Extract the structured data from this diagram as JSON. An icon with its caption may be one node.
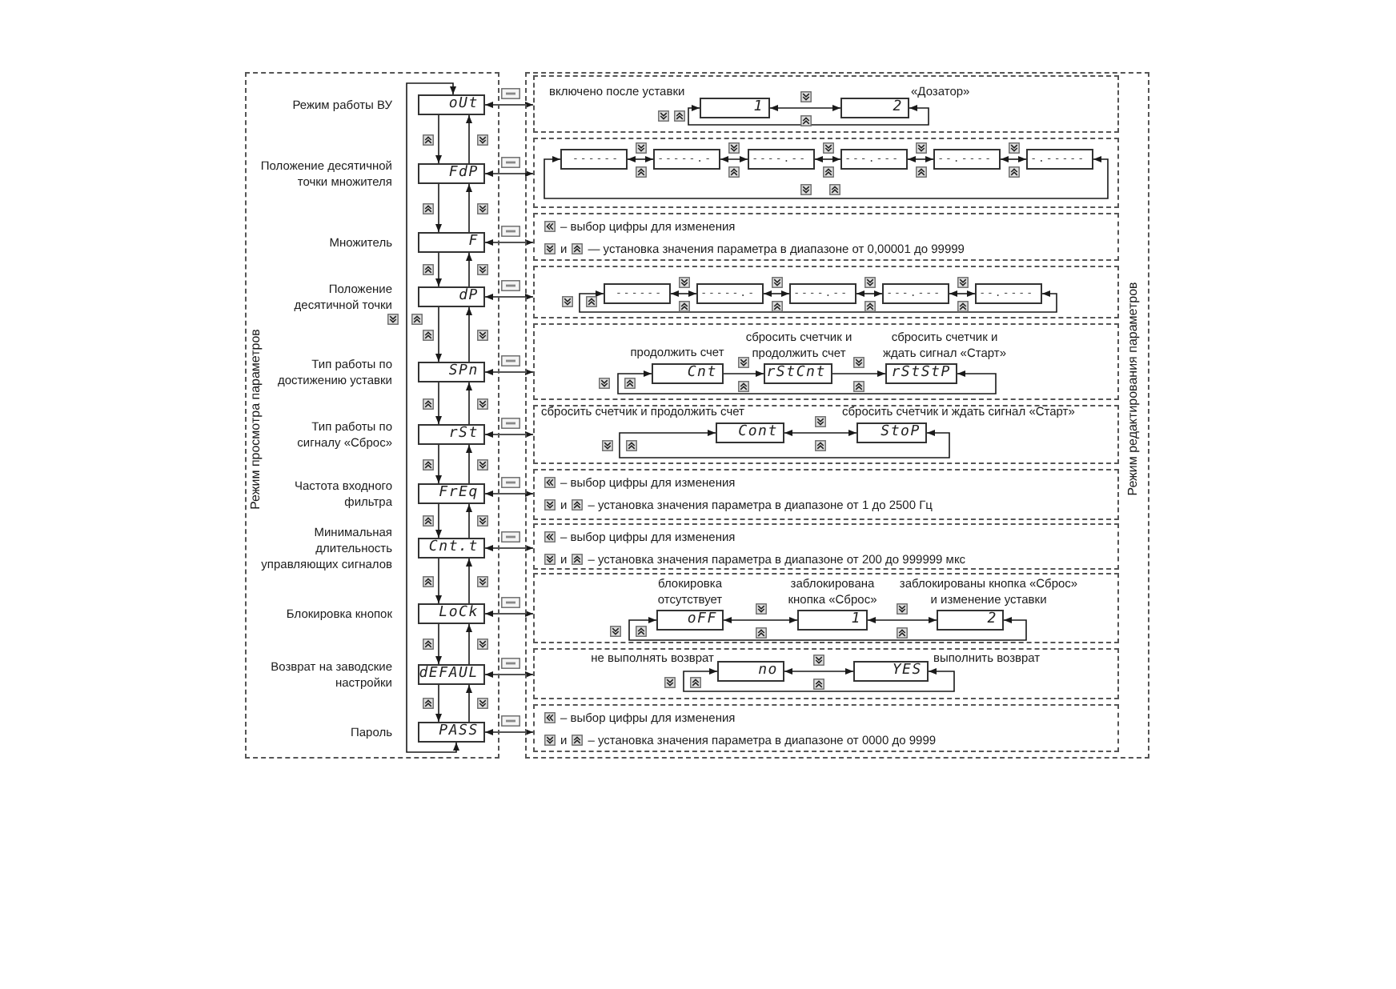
{
  "diagram": {
    "nodes": [
      {
        "text": [
          "Режим просмотра параметров"
        ]
      },
      {
        "text": [
          "oUt"
        ],
        "in": 0,
        "beside": [
          "Режим работы ВУ"
        ]
      },
      {
        "text": [
          "FdP"
        ],
        "in": 0,
        "beside": [
          "Положение десятичной точки множителя"
        ]
      },
      {
        "text": [
          "F"
        ],
        "in": 0,
        "beside": [
          "Множитель"
        ]
      },
      {
        "text": [
          "dP"
        ],
        "in": 0,
        "beside": [
          "Положение десятичной точки"
        ]
      },
      {
        "text": [
          "SPn"
        ],
        "in": 0,
        "beside": [
          "Тип работы по достижению уставки"
        ]
      },
      {
        "text": [
          "rSt"
        ],
        "in": 0,
        "beside": [
          "Тип работы по сигналу «Сброс»"
        ]
      },
      {
        "text": [
          "FrEq"
        ],
        "in": 0,
        "beside": [
          "Частота входного фильтра"
        ]
      },
      {
        "text": [
          "Cnt.t"
        ],
        "in": 0,
        "beside": [
          "Минимальная длительность управляющих сигналов"
        ]
      },
      {
        "text": [
          "LoCk"
        ],
        "in": 0,
        "beside": [
          "Блокировка кнопок"
        ]
      },
      {
        "text": [
          "dEFAUL"
        ],
        "in": 0,
        "beside": [
          "Возврат на заводские настройки"
        ]
      },
      {
        "text": [
          "PASS"
        ],
        "in": 0,
        "beside": [
          "Пароль"
        ]
      },
      {
        "text": [
          "Режим редактирования параметров"
        ]
      },
      {
        "text": [],
        "shape": "box",
        "in": 12
      },
      {
        "text": [
          "1"
        ],
        "in": 13,
        "beside": [
          "включено после уставки"
        ]
      },
      {
        "text": [
          "2"
        ],
        "in": 13,
        "beside": [
          "«Дозатор»"
        ]
      },
      {
        "text": [],
        "shape": "box",
        "in": 12
      },
      {
        "text": [
          "------"
        ],
        "in": 16
      },
      {
        "text": [
          "-----.-"
        ],
        "in": 16
      },
      {
        "text": [
          "----.--"
        ],
        "in": 16
      },
      {
        "text": [
          "---.---"
        ],
        "in": 16
      },
      {
        "text": [
          "--.----"
        ],
        "in": 16
      },
      {
        "text": [
          "-.-----"
        ],
        "in": 16
      },
      {
        "text": [
          "– выбор цифры для изменения",
          "и",
          "— установка значения параметра в диапазоне от 0,00001 до 99999"
        ],
        "in": 12
      },
      {
        "text": [],
        "shape": "box",
        "in": 12
      },
      {
        "text": [
          "------"
        ],
        "in": 24
      },
      {
        "text": [
          "-----.-"
        ],
        "in": 24
      },
      {
        "text": [
          "----.--"
        ],
        "in": 24
      },
      {
        "text": [
          "---.---"
        ],
        "in": 24
      },
      {
        "text": [
          "--.----"
        ],
        "in": 24
      },
      {
        "text": [],
        "shape": "box",
        "in": 12
      },
      {
        "text": [
          "Cnt"
        ],
        "in": 30,
        "beside": [
          "продолжить счет"
        ]
      },
      {
        "text": [
          "rStCnt"
        ],
        "in": 30,
        "beside": [
          "сбросить счетчик и продолжить счет"
        ]
      },
      {
        "text": [
          "rStStP"
        ],
        "in": 30,
        "beside": [
          "сбросить счетчик и ждать сигнал «Старт»"
        ]
      },
      {
        "text": [],
        "shape": "box",
        "in": 12
      },
      {
        "text": [
          "Cont"
        ],
        "in": 34,
        "beside": [
          "сбросить счетчик и продолжить счет"
        ]
      },
      {
        "text": [
          "StoP"
        ],
        "in": 34,
        "beside": [
          "сбросить счетчик и ждать сигнал «Старт»"
        ]
      },
      {
        "text": [
          "– выбор цифры для изменения",
          "и",
          "– установка значения параметра в диапазоне от 1 до 2500 Гц"
        ],
        "in": 12
      },
      {
        "text": [
          "– выбор цифры для изменения",
          "и",
          "– установка значения параметра в диапазоне от 200 до 999999 мкс"
        ],
        "in": 12
      },
      {
        "text": [],
        "shape": "box",
        "in": 12
      },
      {
        "text": [
          "oFF"
        ],
        "in": 39,
        "beside": [
          "блокировка отсутствует"
        ]
      },
      {
        "text": [
          "1"
        ],
        "in": 39,
        "beside": [
          "заблокирована кнопка «Сброс»"
        ]
      },
      {
        "text": [
          "2"
        ],
        "in": 39,
        "beside": [
          "заблокированы кнопка «Сброс» и изменение уставки"
        ]
      },
      {
        "text": [],
        "shape": "box",
        "in": 12
      },
      {
        "text": [
          "no"
        ],
        "in": 43,
        "beside": [
          "не выполнять возврат"
        ]
      },
      {
        "text": [
          "YES"
        ],
        "in": 43,
        "beside": [
          "выполнить возврат"
        ]
      },
      {
        "text": [
          "– выбор цифры для изменения",
          "и",
          "– установка значения параметра в диапазоне от 0000 до 9999"
        ],
        "in": 12
      }
    ],
    "edges": [
      {
        "from": 1,
        "to": 2,
        "arrow": "to"
      },
      {
        "from": 2,
        "to": 3,
        "arrow": "to"
      },
      {
        "from": 3,
        "to": 4,
        "arrow": "to"
      },
      {
        "from": 4,
        "to": 5,
        "arrow": "to"
      },
      {
        "from": 5,
        "to": 6,
        "arrow": "to"
      },
      {
        "from": 6,
        "to": 7,
        "arrow": "to"
      },
      {
        "from": 7,
        "to": 8,
        "arrow": "to"
      },
      {
        "from": 8,
        "to": 9,
        "arrow": "to"
      },
      {
        "from": 9,
        "to": 10,
        "arrow": "to"
      },
      {
        "from": 10,
        "to": 11,
        "arrow": "to"
      },
      {
        "from": 2,
        "to": 1,
        "arrow": "to"
      },
      {
        "from": 3,
        "to": 2,
        "arrow": "to"
      },
      {
        "from": 4,
        "to": 3,
        "arrow": "to"
      },
      {
        "from": 5,
        "to": 4,
        "arrow": "to"
      },
      {
        "from": 6,
        "to": 5,
        "arrow": "to"
      },
      {
        "from": 7,
        "to": 6,
        "arrow": "to"
      },
      {
        "from": 8,
        "to": 7,
        "arrow": "to"
      },
      {
        "from": 9,
        "to": 8,
        "arrow": "to"
      },
      {
        "from": 10,
        "to": 9,
        "arrow": "to"
      },
      {
        "from": 11,
        "to": 10,
        "arrow": "to"
      },
      {
        "from": 11,
        "to": 1,
        "arrow": "both"
      },
      {
        "from": 1,
        "to": 13,
        "arrow": "both"
      },
      {
        "from": 2,
        "to": 16,
        "arrow": "both"
      },
      {
        "from": 3,
        "to": 23,
        "arrow": "both"
      },
      {
        "from": 4,
        "to": 24,
        "arrow": "both"
      },
      {
        "from": 5,
        "to": 30,
        "arrow": "both"
      },
      {
        "from": 6,
        "to": 34,
        "arrow": "both"
      },
      {
        "from": 7,
        "to": 37,
        "arrow": "both"
      },
      {
        "from": 8,
        "to": 38,
        "arrow": "both"
      },
      {
        "from": 9,
        "to": 39,
        "arrow": "both"
      },
      {
        "from": 10,
        "to": 43,
        "arrow": "both"
      },
      {
        "from": 11,
        "to": 46,
        "arrow": "both"
      },
      {
        "from": 14,
        "to": 15,
        "arrow": "both"
      },
      {
        "from": 15,
        "to": 14,
        "arrow": "both"
      },
      {
        "from": 17,
        "to": 18,
        "arrow": "both"
      },
      {
        "from": 18,
        "to": 19,
        "arrow": "both"
      },
      {
        "from": 19,
        "to": 20,
        "arrow": "both"
      },
      {
        "from": 20,
        "to": 21,
        "arrow": "both"
      },
      {
        "from": 21,
        "to": 22,
        "arrow": "both"
      },
      {
        "from": 22,
        "to": 17,
        "arrow": "both"
      },
      {
        "from": 25,
        "to": 26,
        "arrow": "both"
      },
      {
        "from": 26,
        "to": 27,
        "arrow": "both"
      },
      {
        "from": 27,
        "to": 28,
        "arrow": "both"
      },
      {
        "from": 28,
        "to": 29,
        "arrow": "both"
      },
      {
        "from": 29,
        "to": 25,
        "arrow": "both"
      },
      {
        "from": 31,
        "to": 32,
        "arrow": "to"
      },
      {
        "from": 32,
        "to": 33,
        "arrow": "to"
      },
      {
        "from": 33,
        "to": 31,
        "arrow": "both"
      },
      {
        "from": 35,
        "to": 36,
        "arrow": "both"
      },
      {
        "from": 36,
        "to": 35,
        "arrow": "both"
      },
      {
        "from": 40,
        "to": 41,
        "arrow": "both"
      },
      {
        "from": 41,
        "to": 42,
        "arrow": "both"
      },
      {
        "from": 42,
        "to": 40,
        "arrow": "both"
      },
      {
        "from": 44,
        "to": 45,
        "arrow": "both"
      },
      {
        "from": 45,
        "to": 44,
        "arrow": "both"
      }
    ]
  }
}
